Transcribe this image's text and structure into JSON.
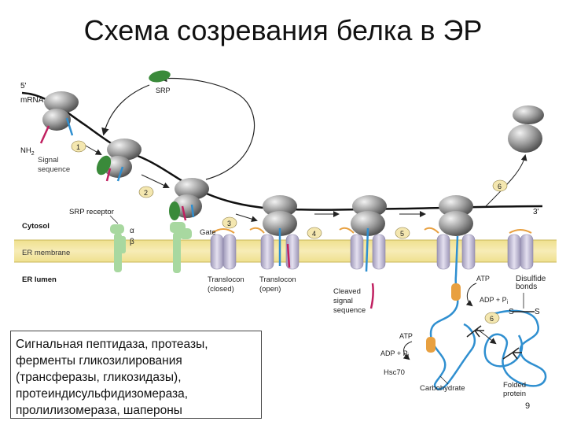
{
  "title": "Схема созревания белка в ЭР",
  "labels": {
    "five_prime": "5'",
    "mrna": "mRNA",
    "srp": "SRP",
    "nh2": "NH",
    "nh2_sub": "2",
    "signal_sequence_1": "Signal",
    "signal_sequence_2": "sequence",
    "srp_receptor": "SRP receptor",
    "cytosol": "Cytosol",
    "alpha": "α",
    "beta": "β",
    "gate": "Gate",
    "er_membrane": "ER membrane",
    "er_lumen": "ER lumen",
    "translocon_closed_1": "Translocon",
    "translocon_closed_2": "(closed)",
    "translocon_open_1": "Translocon",
    "translocon_open_2": "(open)",
    "cleaved_1": "Cleaved",
    "cleaved_2": "signal",
    "cleaved_3": "sequence",
    "atp_1": "ATP",
    "adp_pi_1": "ADP + P",
    "disulfide_1": "Disulfide",
    "disulfide_2": "bonds",
    "s_left": "S",
    "s_right": "S",
    "atp_2": "ATP",
    "adp_pi_2": "ADP + P",
    "pi_sub": "i",
    "hsc70": "Hsc70",
    "carbohydrate": "Carbohydrate",
    "folded_1": "Folded",
    "folded_2": "protein",
    "three_prime": "3'"
  },
  "steps": [
    "1",
    "2",
    "3",
    "4",
    "5",
    "6",
    "6"
  ],
  "info_box": {
    "lines": [
      "Сигнальная пептидаза, протеазы,",
      "ферменты гликозилирования",
      "(трансферазы, гликозидазы),",
      "протеиндисульфидизомераза,",
      "пролилизомераза,  шапероны"
    ]
  },
  "page_number": "9",
  "colors": {
    "ribosome": "#8a8a8a",
    "srp": "#3a8a3a",
    "signal": "#c02060",
    "polypeptide": "#2f8fd0",
    "membrane": "#f3e7a0",
    "receptor": "#a8d8a0",
    "translocon": "#c9c4dc",
    "chaperone": "#e8a040",
    "step_badge": "#f4e7b0"
  }
}
